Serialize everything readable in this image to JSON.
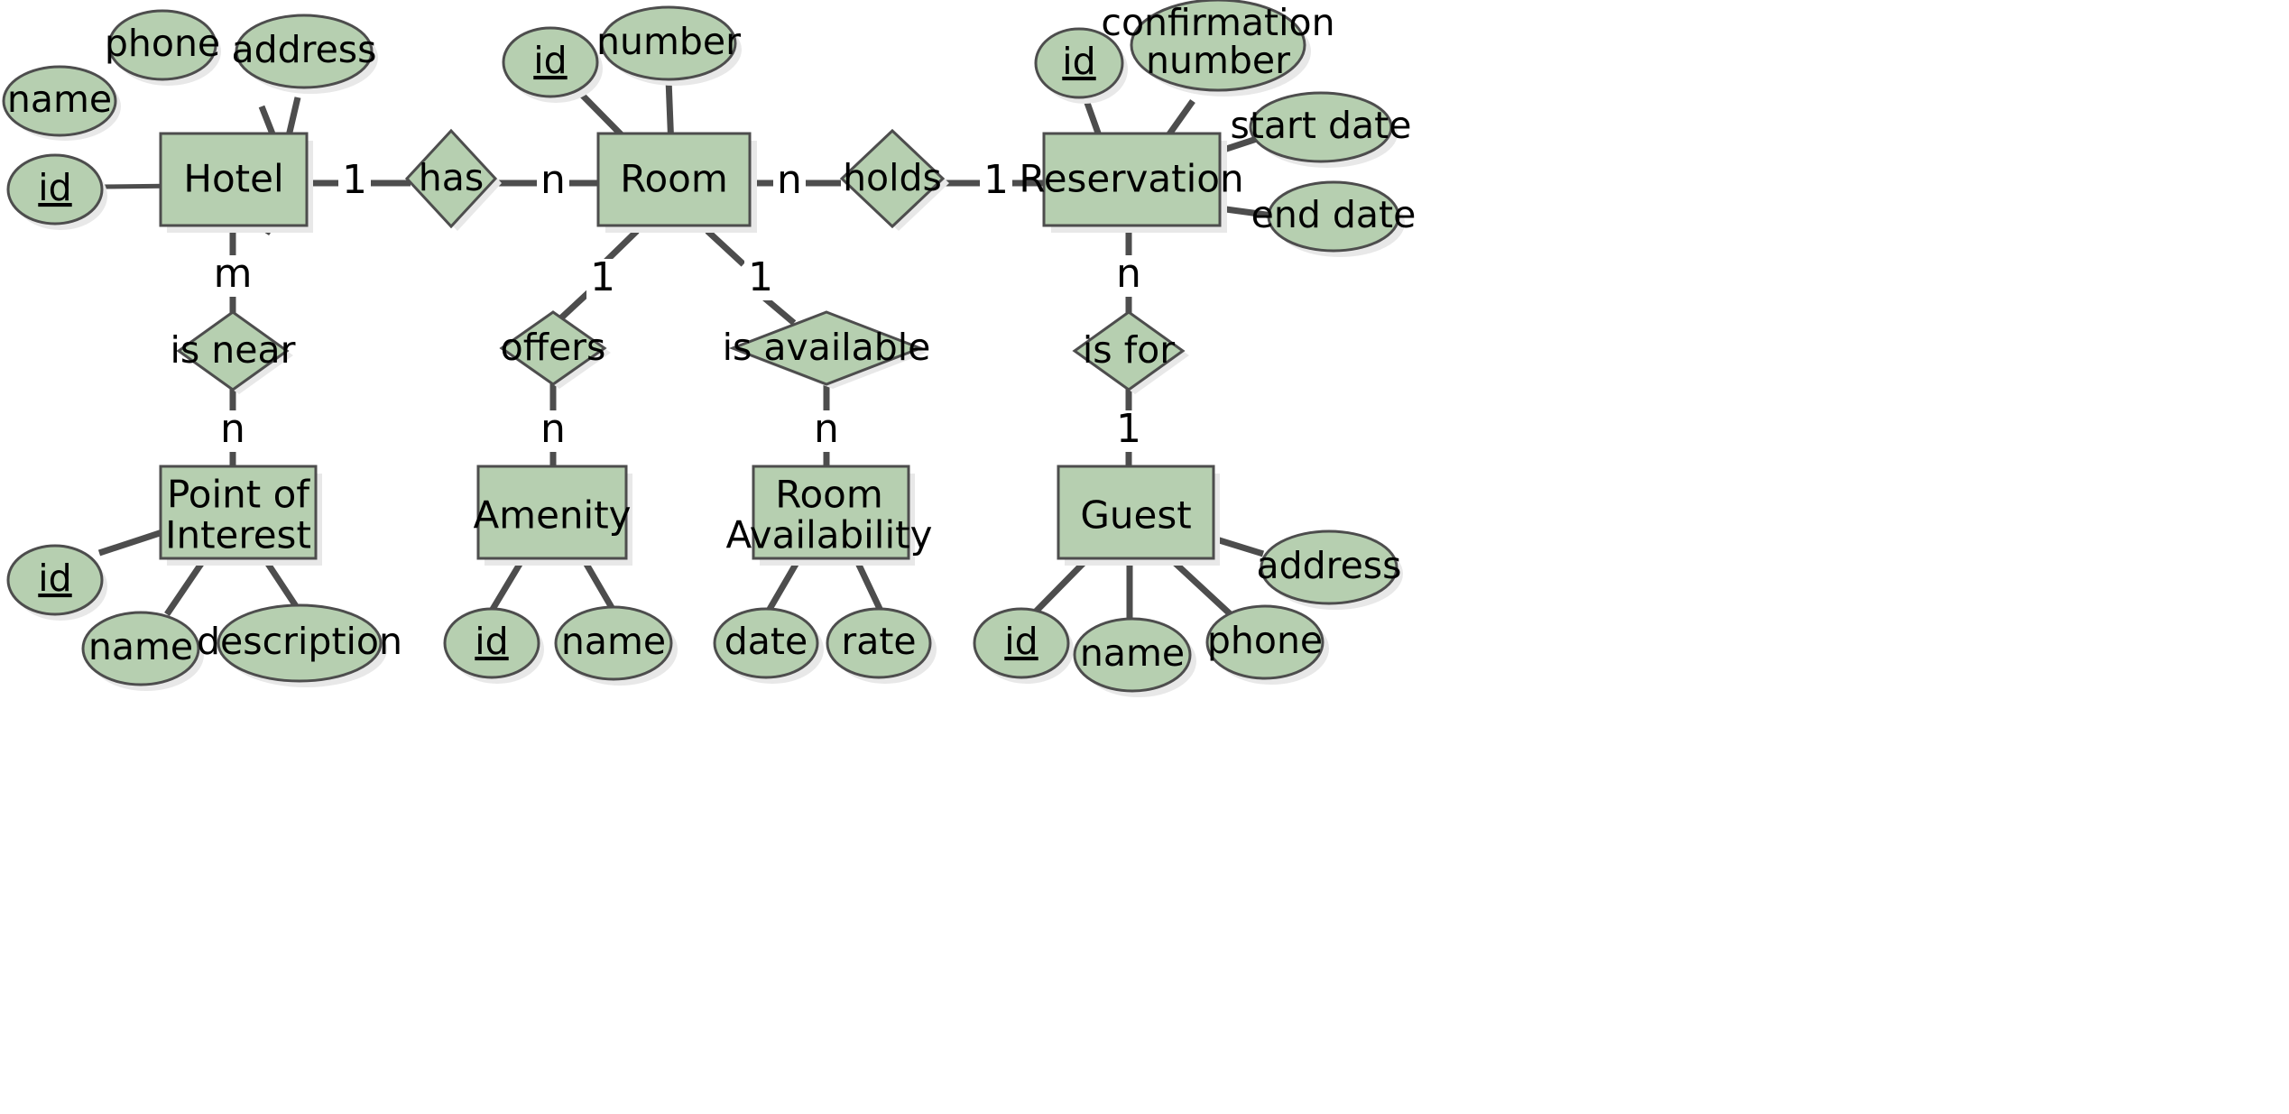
{
  "diagram": {
    "title": "Hotel Reservation ER Diagram",
    "type": "entity-relationship-diagram",
    "notation": "Chen",
    "colors": {
      "shape_fill": "#b6cfb0",
      "shape_stroke": "#4d4d4d",
      "shadow": "#e8e8e8",
      "line": "#4d4d4d",
      "text": "#000000",
      "background": "#ffffff"
    }
  },
  "entities": [
    {
      "id": "hotel",
      "label": "Hotel"
    },
    {
      "id": "room",
      "label": "Room"
    },
    {
      "id": "reservation",
      "label": "Reservation"
    },
    {
      "id": "point_of_interest",
      "label": "Point of",
      "label2": "Interest"
    },
    {
      "id": "amenity",
      "label": "Amenity"
    },
    {
      "id": "room_availability",
      "label": "Room",
      "label2": "Availability"
    },
    {
      "id": "guest",
      "label": "Guest"
    }
  ],
  "relationships": [
    {
      "id": "has",
      "label": "has",
      "left_card": "1",
      "right_card": "n",
      "from": "hotel",
      "to": "room"
    },
    {
      "id": "holds",
      "label": "holds",
      "left_card": "n",
      "right_card": "1",
      "from": "room",
      "to": "reservation"
    },
    {
      "id": "is_near",
      "label": "is near",
      "top_card": "m",
      "bottom_card": "n",
      "from": "hotel",
      "to": "point_of_interest"
    },
    {
      "id": "offers",
      "label": "offers",
      "top_card": "1",
      "bottom_card": "n",
      "from": "room",
      "to": "amenity"
    },
    {
      "id": "is_available",
      "label": "is available",
      "top_card": "1",
      "bottom_card": "n",
      "from": "room",
      "to": "room_availability"
    },
    {
      "id": "is_for",
      "label": "is for",
      "top_card": "n",
      "bottom_card": "1",
      "from": "reservation",
      "to": "guest"
    }
  ],
  "attributes": {
    "hotel": [
      {
        "label": "name",
        "key": false
      },
      {
        "label": "phone",
        "key": false
      },
      {
        "label": "address",
        "key": false
      },
      {
        "label": "id",
        "key": true
      }
    ],
    "room": [
      {
        "label": "id",
        "key": true
      },
      {
        "label": "number",
        "key": false
      }
    ],
    "reservation": [
      {
        "label": "id",
        "key": true
      },
      {
        "label": "confirmation",
        "label2": "number",
        "key": false
      },
      {
        "label": "start date",
        "key": false
      },
      {
        "label": "end date",
        "key": false
      }
    ],
    "point_of_interest": [
      {
        "label": "id",
        "key": true
      },
      {
        "label": "name",
        "key": false
      },
      {
        "label": "description",
        "key": false
      }
    ],
    "amenity": [
      {
        "label": "id",
        "key": true
      },
      {
        "label": "name",
        "key": false
      }
    ],
    "room_availability": [
      {
        "label": "date",
        "key": false
      },
      {
        "label": "rate",
        "key": false
      }
    ],
    "guest": [
      {
        "label": "id",
        "key": true
      },
      {
        "label": "name",
        "key": false
      },
      {
        "label": "phone",
        "key": false
      },
      {
        "label": "address",
        "key": false
      }
    ]
  },
  "cardinality_labels": {
    "hotel_has": "1",
    "has_room": "n",
    "room_holds": "n",
    "holds_reservation": "1",
    "hotel_is_near": "m",
    "is_near_poi": "n",
    "room_offers": "1",
    "offers_amenity": "n",
    "room_is_available": "1",
    "is_available_room_availability": "n",
    "reservation_is_for": "n",
    "is_for_guest": "1"
  }
}
